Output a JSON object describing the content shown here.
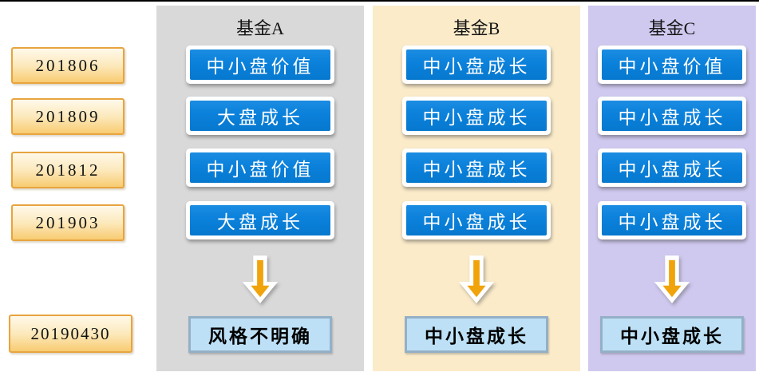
{
  "timeline": {
    "dates": [
      "201806",
      "201809",
      "201812",
      "201903"
    ],
    "final_date": "20190430"
  },
  "funds": [
    {
      "name": "基金A",
      "styles": [
        "中小盘价值",
        "大盘成长",
        "中小盘价值",
        "大盘成长"
      ],
      "result": "风格不明确"
    },
    {
      "name": "基金B",
      "styles": [
        "中小盘成长",
        "中小盘成长",
        "中小盘成长",
        "中小盘成长"
      ],
      "result": "中小盘成长"
    },
    {
      "name": "基金C",
      "styles": [
        "中小盘价值",
        "中小盘成长",
        "中小盘成长",
        "中小盘成长"
      ],
      "result": "中小盘成长"
    }
  ],
  "icons": {
    "arrow": "down-block-arrow"
  },
  "colors": {
    "fund_a_bg": "#D9D9D9",
    "fund_b_bg": "#FBEBC9",
    "fund_c_bg": "#CFC9EF",
    "style_box_blue": "#0B81DB",
    "style_box_text": "#FFFFFF",
    "date_box_border": "#E8A43F",
    "date_box_fill_bottom": "#F8CC72",
    "arrow_orange": "#F0A30A",
    "result_box_fill": "#BDE0F6",
    "result_box_border": "#94B0C6",
    "top_line": "#000000"
  }
}
